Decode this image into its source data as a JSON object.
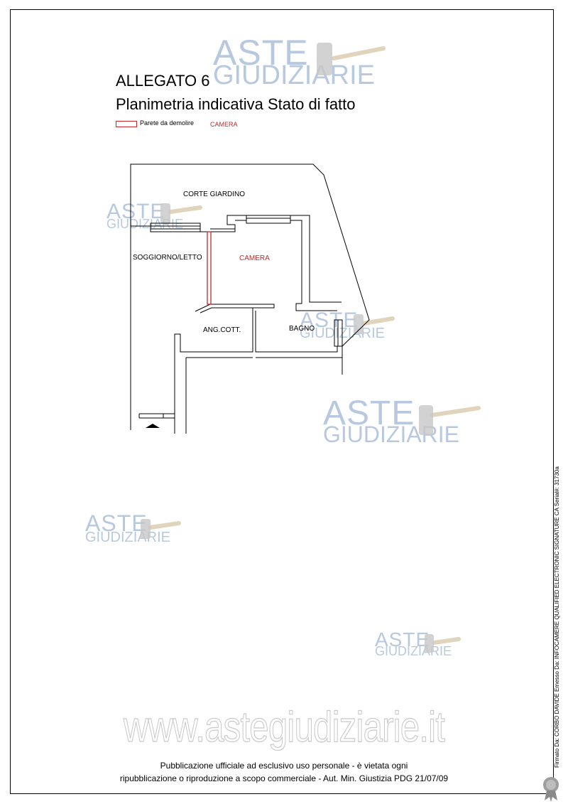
{
  "header": {
    "line1": "ALLEGATO 6",
    "line2": "Planimetria indicativa Stato di fatto"
  },
  "legend": {
    "label": "Parete da demolire",
    "room": "CAMERA",
    "color": "#c62828"
  },
  "rooms": {
    "corte": "CORTE GIARDINO",
    "soggiorno": "SOGGIORNO/LETTO",
    "camera": "CAMERA",
    "angolo": "ANG.COTT.",
    "bagno": "BAGNO"
  },
  "watermark": {
    "line1": "ASTE",
    "line2": "GIUDIZIARIE",
    "color": "#9fb6d5"
  },
  "site": "www.astegiudiziarie.it",
  "footer": {
    "line1": "Pubblicazione ufficiale ad esclusivo uso personale - è vietata ogni",
    "line2": "ripubblicazione o riproduzione a scopo commerciale - Aut. Min. Giustizia PDG 21/07/09"
  },
  "signature": "Firmato Da: CORBO DAVIDE Emesso Da: INFOCAMERE QUALIFIED ELECTRONIC SIGNATURE CA Serial#: 31730a",
  "seal_icon": "seal-icon"
}
